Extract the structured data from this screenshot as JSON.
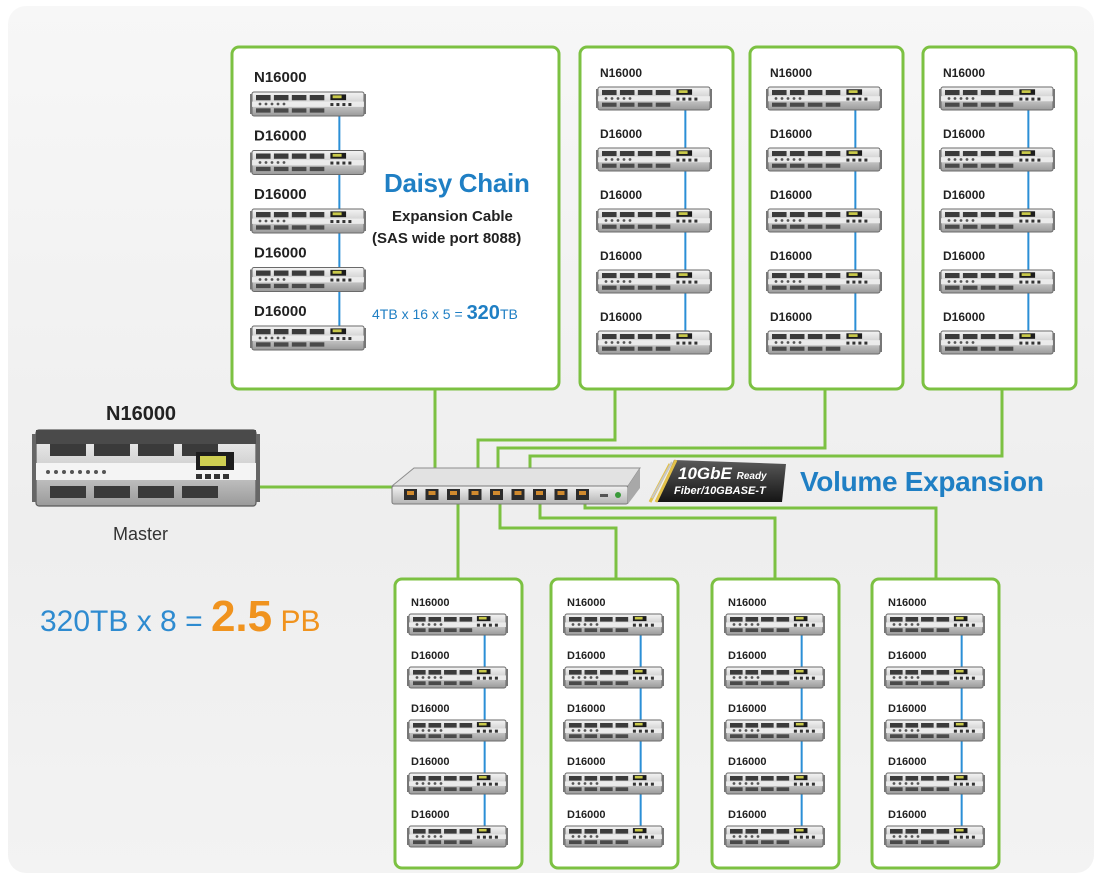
{
  "daisy_chain": {
    "title": "Daisy Chain",
    "cable_label": "Expansion Cable",
    "cable_detail": "(SAS wide port 8088)",
    "capacity_formula": "4TB x 16 x 5 = ",
    "capacity_value": "320",
    "capacity_unit": "TB"
  },
  "master": {
    "model": "N16000",
    "role": "Master"
  },
  "volume_expansion": {
    "title": "Volume Expansion",
    "badge_line1": "10GbE",
    "badge_ready": "Ready",
    "badge_line2": "Fiber/10GBASE-T"
  },
  "total": {
    "prefix": "320TB x 8 = ",
    "value": "2.5",
    "unit": "PB"
  },
  "chain_labels": [
    "N16000",
    "D16000",
    "D16000",
    "D16000",
    "D16000"
  ],
  "colors": {
    "frame": "#7cc142",
    "cable": "#2b8fd6",
    "accent_blue": "#1f7fc4",
    "accent_orange": "#f0931e"
  }
}
